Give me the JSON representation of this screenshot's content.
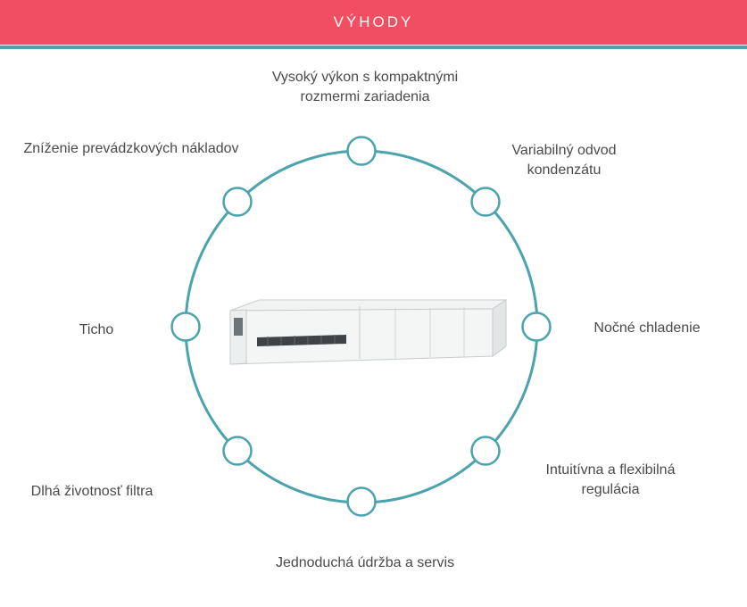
{
  "header": {
    "title": "VÝHODY",
    "background_color": "#f24e62",
    "accent_line_color": "#4aa3ad"
  },
  "diagram": {
    "ring_color": "#4aa3ad",
    "node_count": 8,
    "center_icon": "air-curtain-unit-image",
    "benefits": [
      {
        "id": "high-performance",
        "lines": [
          "Vysoký výkon s kompaktnými",
          "rozmermi zariadenia"
        ]
      },
      {
        "id": "variable-condensate",
        "lines": [
          "Variabilný odvod",
          "kondenzátu"
        ]
      },
      {
        "id": "night-cooling",
        "lines": [
          "Nočné chladenie"
        ]
      },
      {
        "id": "intuitive-regulation",
        "lines": [
          "Intuitívna a flexibilná",
          "regulácia"
        ]
      },
      {
        "id": "easy-maintenance",
        "lines": [
          "Jednoduchá údržba a servis"
        ]
      },
      {
        "id": "filter-life",
        "lines": [
          "Dlhá životnosť filtra"
        ]
      },
      {
        "id": "quiet",
        "lines": [
          "Ticho"
        ]
      },
      {
        "id": "cost-reduction",
        "lines": [
          "Zníženie prevádzkových nákladov"
        ]
      }
    ]
  }
}
